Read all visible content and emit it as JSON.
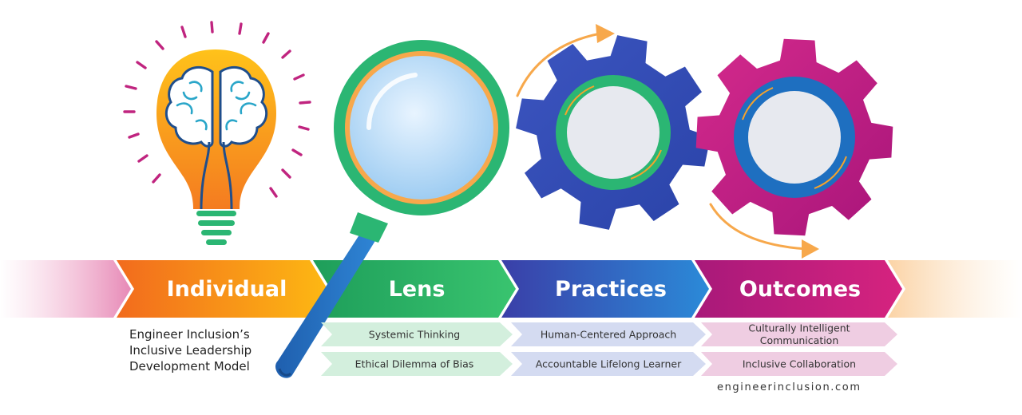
{
  "stages": [
    {
      "label": "Individual",
      "color": "#f7941d"
    },
    {
      "label": "Lens",
      "color": "#2bb673"
    },
    {
      "label": "Practices",
      "color": "#3f51b5"
    },
    {
      "label": "Outcomes",
      "color": "#c2187e"
    }
  ],
  "chips": {
    "lens": [
      "Systemic Thinking",
      "Ethical Dilemma of Bias"
    ],
    "practices": [
      "Human-Centered Approach",
      "Accountable Lifelong Learner"
    ],
    "outcomes": [
      "Culturally Intelligent",
      "Communication",
      "Inclusive Collaboration"
    ]
  },
  "caption": {
    "line1": "Engineer Inclusion’s",
    "line2": "Inclusive Leadership",
    "line3": "Development Model"
  },
  "site": "engineerinclusion.com",
  "icons": [
    "lightbulb-brain-icon",
    "magnifying-glass-icon",
    "blue-gear-icon",
    "magenta-gear-icon",
    "rotation-arrow-icon"
  ]
}
